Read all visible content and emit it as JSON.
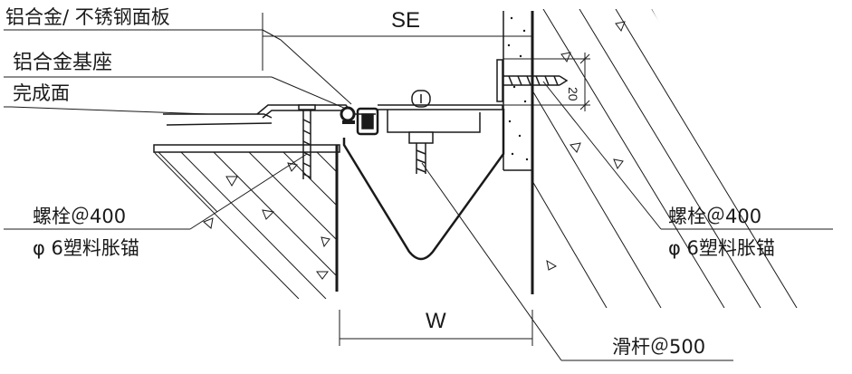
{
  "labels": {
    "panel": "铝合金/ 不锈钢面板",
    "base": "铝合金基座",
    "finish": "完成面",
    "bolt_left": "螺栓＠400",
    "anchor_left": "φ 6塑料胀锚",
    "bolt_right": "螺栓＠400",
    "anchor_right": "φ 6塑料胀锚",
    "slide_bar": "滑杆＠500"
  },
  "dims": {
    "se": "SE",
    "w": "W",
    "side": "20"
  },
  "colors": {
    "line": "#1a1a1a",
    "background": "#ffffff"
  }
}
